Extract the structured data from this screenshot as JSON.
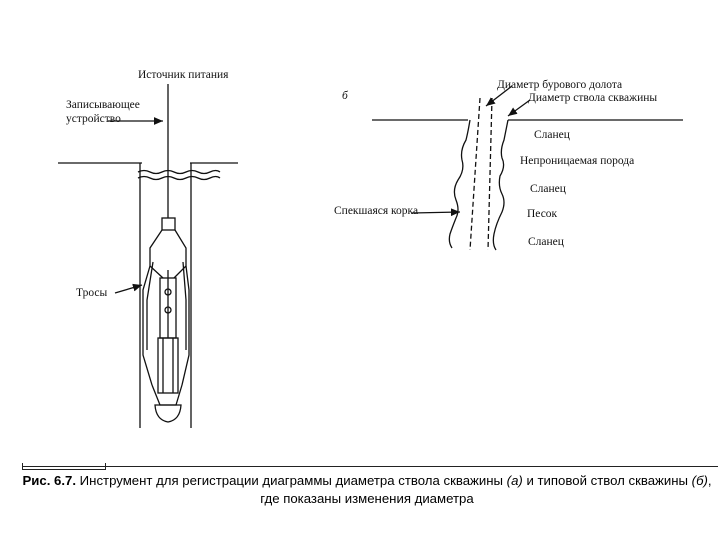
{
  "labels_a": {
    "power_source": "Источник питания",
    "recorder": "Записывающее\nустройство",
    "cables": "Тросы"
  },
  "labels_b": {
    "letter": "б",
    "bit_diameter": "Диаметр бурового долота",
    "hole_diameter": "Диаметр ствола скважины",
    "shale1": "Сланец",
    "impermeable": "Непроницаемая порода",
    "shale2": "Сланец",
    "mudcake": "Спекшаяся корка",
    "sand": "Песок",
    "shale3": "Сланец"
  },
  "caption": {
    "prefix": "Рис. 6.7.",
    "text": " Инструмент для регистрации диаграммы диаметра ствола скважины ",
    "a": "(а)",
    "mid": " и типовой ствол скважины ",
    "b": "(б)",
    "end": ", где показаны изменения диаметра"
  }
}
